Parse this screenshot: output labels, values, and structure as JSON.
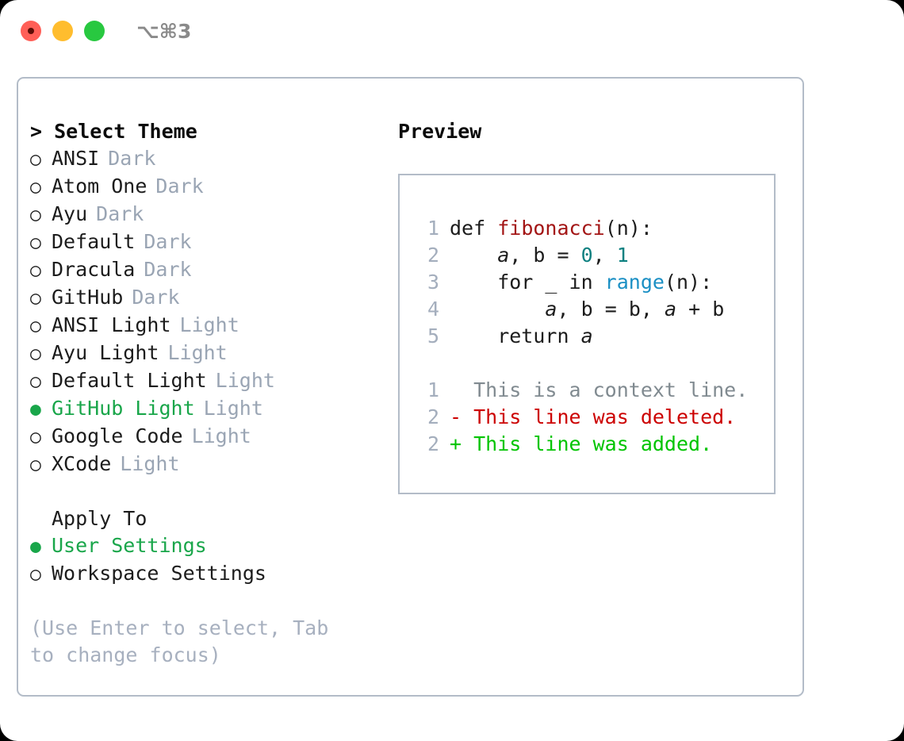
{
  "titlebar": {
    "buttons": [
      {
        "name": "close-button",
        "color": "#ff5f57"
      },
      {
        "name": "minimize-button",
        "color": "#ffbd2e"
      },
      {
        "name": "maximize-button",
        "color": "#28c840"
      }
    ],
    "shortcut": "⌥⌘3"
  },
  "theme_picker": {
    "heading": "Select Theme",
    "caret": ">",
    "marker_unselected": "○",
    "marker_selected": "●",
    "items": [
      {
        "label": "ANSI",
        "suffix": "Dark",
        "selected": false
      },
      {
        "label": "Atom One",
        "suffix": "Dark",
        "selected": false
      },
      {
        "label": "Ayu",
        "suffix": "Dark",
        "selected": false
      },
      {
        "label": "Default",
        "suffix": "Dark",
        "selected": false
      },
      {
        "label": "Dracula",
        "suffix": "Dark",
        "selected": false
      },
      {
        "label": "GitHub",
        "suffix": "Dark",
        "selected": false
      },
      {
        "label": "ANSI Light",
        "suffix": "Light",
        "selected": false
      },
      {
        "label": "Ayu Light",
        "suffix": "Light",
        "selected": false
      },
      {
        "label": "Default Light",
        "suffix": "Light",
        "selected": false
      },
      {
        "label": "GitHub Light",
        "suffix": "Light",
        "selected": true
      },
      {
        "label": "Google Code",
        "suffix": "Light",
        "selected": false
      },
      {
        "label": "XCode",
        "suffix": "Light",
        "selected": false
      }
    ]
  },
  "apply_to": {
    "heading": "Apply To",
    "items": [
      {
        "label": "User Settings",
        "selected": true
      },
      {
        "label": "Workspace Settings",
        "selected": false
      }
    ]
  },
  "hint": "(Use Enter to select, Tab to change focus)",
  "preview": {
    "title": "Preview",
    "code_lines": [
      {
        "number": "1",
        "segments": [
          {
            "text": "def ",
            "kind": "plain"
          },
          {
            "text": "fibonacci",
            "kind": "fn"
          },
          {
            "text": "(n):",
            "kind": "plain"
          }
        ]
      },
      {
        "number": "2",
        "segments": [
          {
            "text": "    ",
            "kind": "plain"
          },
          {
            "text": "a",
            "kind": "var"
          },
          {
            "text": ", ",
            "kind": "plain"
          },
          {
            "text": "b",
            "kind": "plain"
          },
          {
            "text": " = ",
            "kind": "plain"
          },
          {
            "text": "0",
            "kind": "num"
          },
          {
            "text": ", ",
            "kind": "plain"
          },
          {
            "text": "1",
            "kind": "num"
          }
        ]
      },
      {
        "number": "3",
        "segments": [
          {
            "text": "    for _ in ",
            "kind": "plain"
          },
          {
            "text": "range",
            "kind": "call"
          },
          {
            "text": "(n):",
            "kind": "plain"
          }
        ]
      },
      {
        "number": "4",
        "segments": [
          {
            "text": "        ",
            "kind": "plain"
          },
          {
            "text": "a",
            "kind": "var"
          },
          {
            "text": ", ",
            "kind": "plain"
          },
          {
            "text": "b",
            "kind": "plain"
          },
          {
            "text": " = ",
            "kind": "plain"
          },
          {
            "text": "b",
            "kind": "plain"
          },
          {
            "text": ", ",
            "kind": "plain"
          },
          {
            "text": "a",
            "kind": "var"
          },
          {
            "text": " + ",
            "kind": "plain"
          },
          {
            "text": "b",
            "kind": "plain"
          }
        ]
      },
      {
        "number": "5",
        "segments": [
          {
            "text": "    return ",
            "kind": "plain"
          },
          {
            "text": "a",
            "kind": "var"
          }
        ]
      }
    ],
    "diff_lines": [
      {
        "number": "1",
        "sign": " ",
        "text": " This is a context line.",
        "kind": "context"
      },
      {
        "number": "2",
        "sign": "-",
        "text": " This line was deleted.",
        "kind": "deletion"
      },
      {
        "number": "2",
        "sign": "+",
        "text": " This line was added.",
        "kind": "addition"
      }
    ]
  },
  "colors": {
    "selection_green": "#19a64a",
    "diff_add_green": "#00c400",
    "diff_del_red": "#cc0000",
    "muted_gray": "#9aa5b4",
    "border": "#b3bcc8",
    "fn_red": "#a31515",
    "num_teal": "#0d8080",
    "call_blue": "#1a8fc4"
  }
}
